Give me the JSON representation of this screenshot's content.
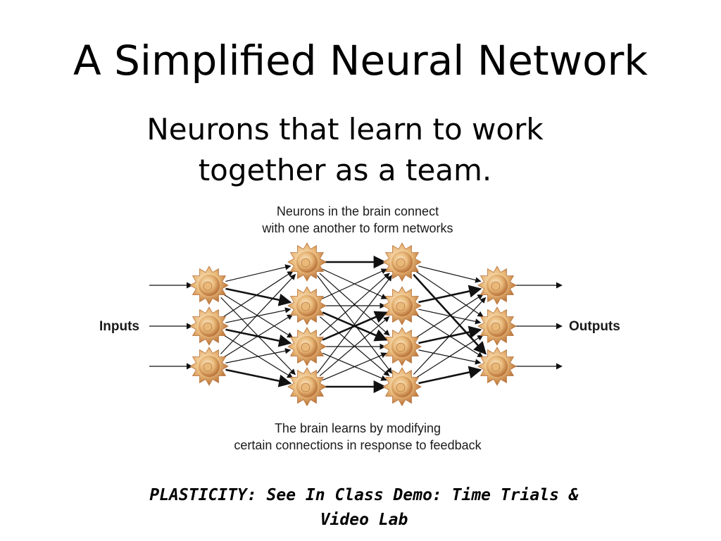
{
  "slide": {
    "title": "A Simplified Neural Network",
    "subtitle": "Neurons that learn to work together as a team.",
    "footer": "PLASTICITY: See In Class Demo: Time Trials & Video Lab"
  },
  "diagram": {
    "caption_top_line1": "Neurons in the brain connect",
    "caption_top_line2": "with one another to form networks",
    "inputs_label": "Inputs",
    "outputs_label": "Outputs",
    "caption_bottom_line1": "The brain learns by modifying",
    "caption_bottom_line2": "certain connections in response to feedback",
    "layers": [
      {
        "name": "input",
        "neurons": 3
      },
      {
        "name": "hidden-1",
        "neurons": 4
      },
      {
        "name": "hidden-2",
        "neurons": 4
      },
      {
        "name": "output",
        "neurons": 3
      }
    ],
    "colors": {
      "neuron_light": "#fbe9c8",
      "neuron_mid": "#e9b97a",
      "neuron_dark": "#b9733a",
      "connection": "#111111"
    },
    "icons": [
      "neuron-icon",
      "arrow-icon"
    ]
  }
}
